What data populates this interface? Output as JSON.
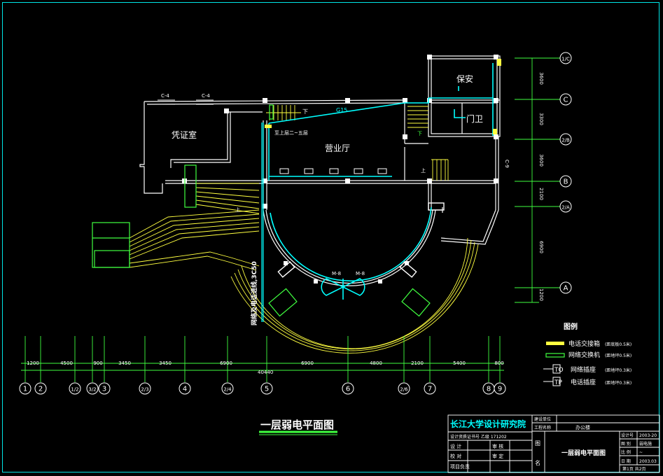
{
  "rooms": {
    "security": "保安",
    "guard": "门卫",
    "voucher": "凭证室",
    "hall": "营业厅"
  },
  "labels": {
    "c4_left": "C-4",
    "c4_right": "C-4",
    "g15": "G15",
    "m8_left": "M-8",
    "m8_right": "M-8",
    "c9": "C-9",
    "riser": "至上层二~五层",
    "cable_vertical": "网络及电话进线,3C50",
    "down_a": "下",
    "down_b": "下",
    "up_a": "上",
    "up_b": "上"
  },
  "axes_right": [
    "1/C",
    "C",
    "2/B",
    "B",
    "2/A",
    "A"
  ],
  "dims_right": [
    "3600",
    "3300",
    "3600",
    "2100",
    "6900",
    "1200"
  ],
  "axes_bottom": [
    "1",
    "2",
    "1/2",
    "3/2",
    "3",
    "2/3",
    "4",
    "2/4",
    "5",
    "6",
    "2/6",
    "7",
    "8",
    "9"
  ],
  "dims_bottom": [
    "1200",
    "4500",
    "900",
    "3450",
    "3450",
    "6900",
    "6900",
    "4800",
    "2100",
    "5400",
    "800"
  ],
  "dim_total": "40440",
  "legend": {
    "title": "图例",
    "items": [
      {
        "label": "电话交接箱",
        "note": "(距底板0.5米)"
      },
      {
        "label": "网络交换机",
        "note": "(距地坪0.5米)"
      },
      {
        "label": "网络插座",
        "note": "(距地坪0.3米)"
      },
      {
        "label": "电话插座",
        "note": "(距地坪0.3米)"
      }
    ],
    "symbol_to": "TO",
    "symbol_tp": "TP"
  },
  "drawing_title": "一层弱电平面图",
  "title_block": {
    "institute": "长江大学设计研究院",
    "client_label": "建设单位",
    "project_label": "工程名称",
    "project_name": "办公楼",
    "cert": "设计资质证书号 乙级 171202",
    "design": "设 计",
    "review": "审 核",
    "check": "校 对",
    "approve": "审 定",
    "lead": "项目负责",
    "drawing_label": "图",
    "name_label": "名",
    "drawing_name": "一层弱电平面图",
    "no_label": "设计号",
    "no_value": "2003-20",
    "cat_label": "图 别",
    "cat_value": "弱电施",
    "scale_label": "比 例",
    "scale_value": "~",
    "date_label": "日 期",
    "date_value": "2003.03",
    "sheet": "第1页 共2页"
  }
}
